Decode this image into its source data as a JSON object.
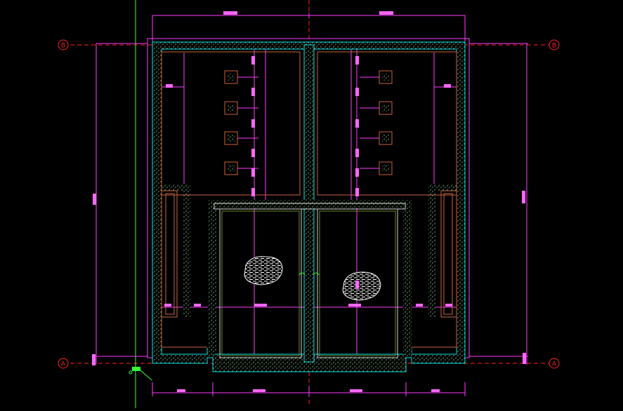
{
  "drawing": {
    "background": "#000000",
    "colors": {
      "magenta": "#ff3cff",
      "pink_tag": "#ff66ff",
      "red": "#ff2020",
      "orange": "#c8643c",
      "green": "#33ff33",
      "olive": "#6a8a2a",
      "cyan": "#00e0e0",
      "white": "#ffffff"
    },
    "grid_labels": {
      "b_left": "B",
      "b_right": "B",
      "a_left": "A",
      "a_right": "A"
    }
  }
}
